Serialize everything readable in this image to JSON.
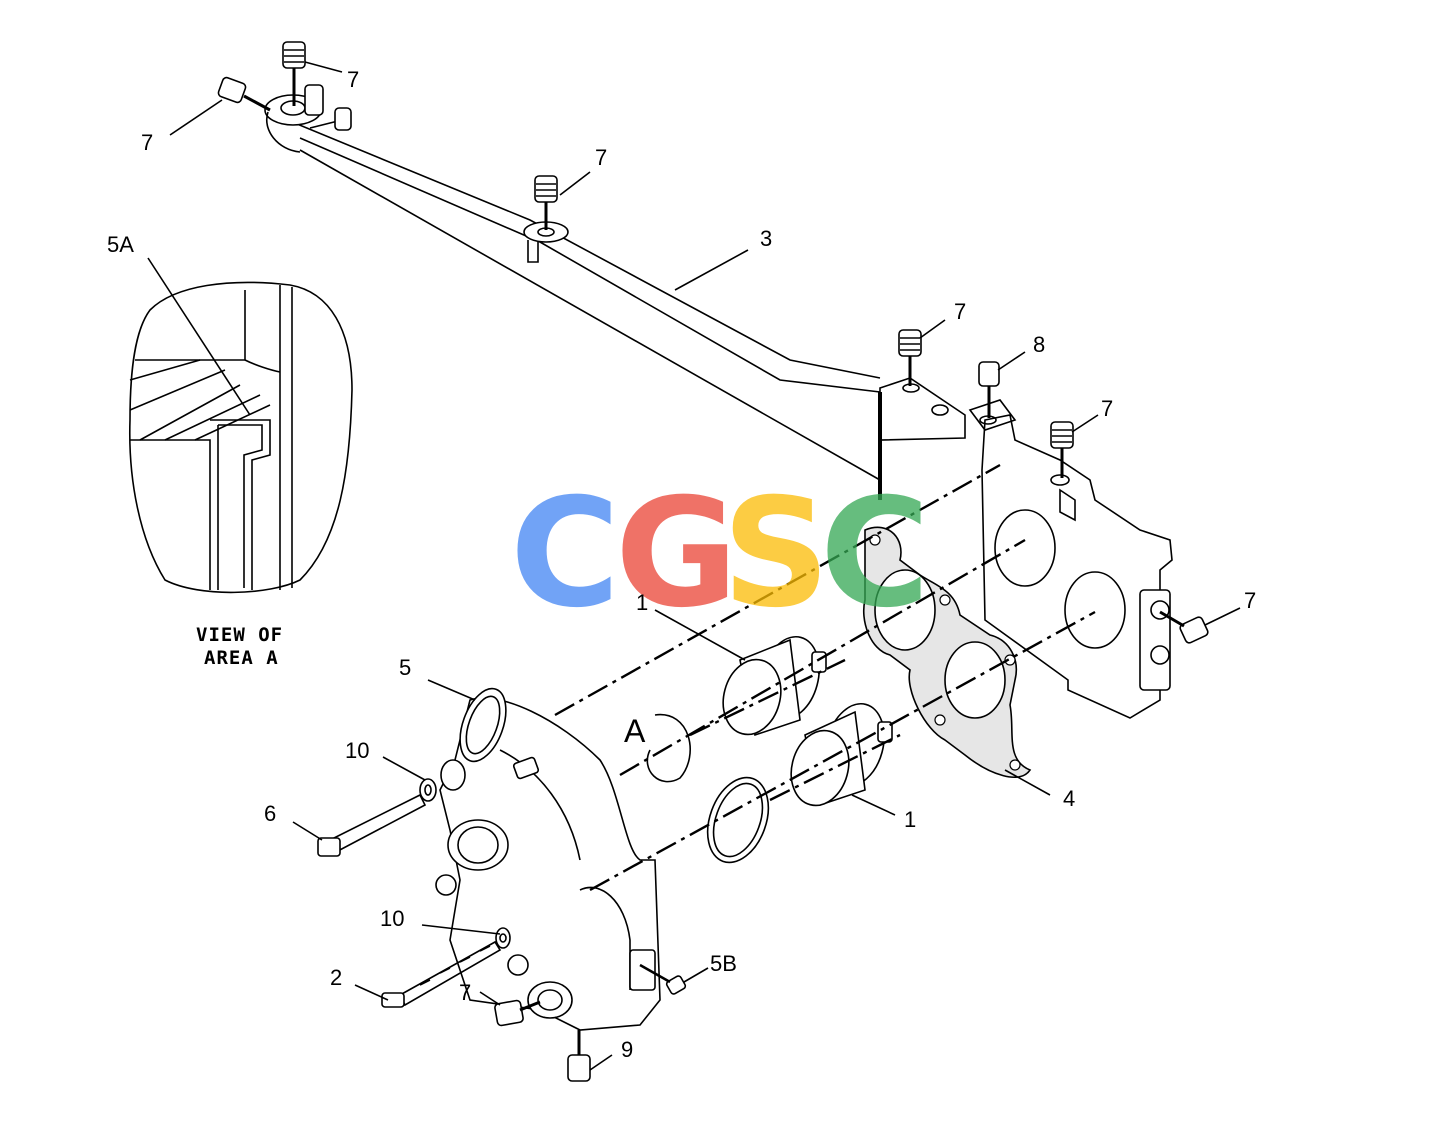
{
  "callouts": {
    "c7_top": "7",
    "c7_left": "7",
    "c7_mid": "7",
    "c3": "3",
    "c5A": "5A",
    "c7_right1": "7",
    "c8": "8",
    "c7_right2": "7",
    "c7_far": "7",
    "c1_upper": "1",
    "c5": "5",
    "c10_upper": "10",
    "c6": "6",
    "c4": "4",
    "c1_lower": "1",
    "c10_lower": "10",
    "c5B": "5B",
    "c2": "2",
    "c7_bottom": "7",
    "c9": "9",
    "view_marker": "A"
  },
  "caption": {
    "line1": "VIEW OF",
    "line2": "AREA A"
  },
  "watermark": {
    "letters": [
      "C",
      "G",
      "S",
      "C"
    ],
    "colors": [
      "#4285f4",
      "#ea4335",
      "#fbbc05",
      "#34a853"
    ]
  }
}
